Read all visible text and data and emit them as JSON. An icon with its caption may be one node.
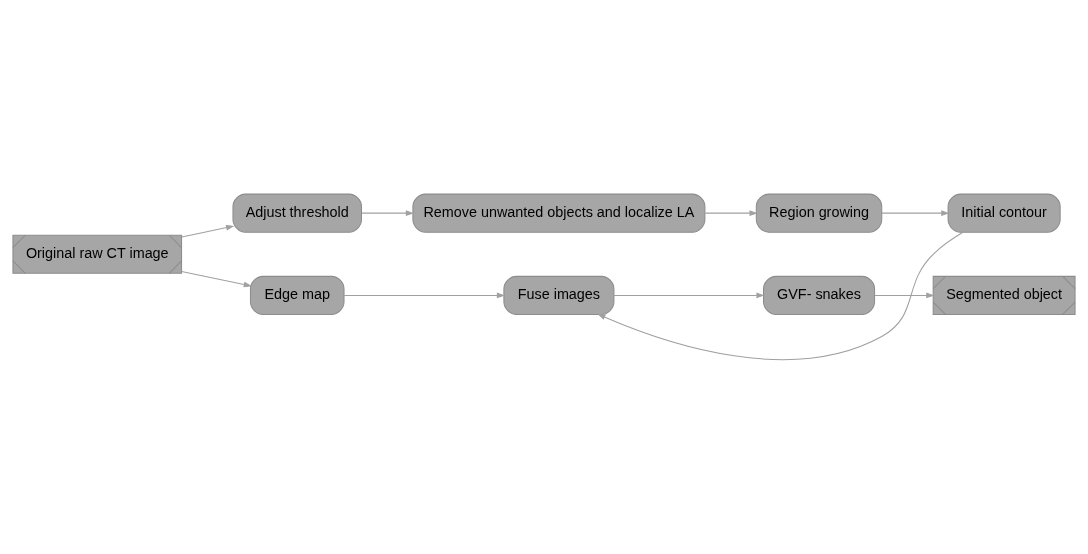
{
  "diagram": {
    "nodes": [
      {
        "text": [
          "Original raw CT image"
        ]
      },
      {
        "text": [
          "Adjust threshold"
        ]
      },
      {
        "text": [
          "Remove unwanted objects and localize LA"
        ]
      },
      {
        "text": [
          "Region growing"
        ]
      },
      {
        "text": [
          "Edge map"
        ]
      },
      {
        "text": [
          "Fuse images"
        ]
      },
      {
        "text": [
          "Initial contour"
        ]
      },
      {
        "text": [
          "GVF- snakes"
        ]
      },
      {
        "text": [
          "Segmented object"
        ]
      }
    ],
    "edges": [
      {
        "from": 0,
        "to": 1,
        "arrow": "to"
      },
      {
        "from": 0,
        "to": 4,
        "arrow": "to"
      },
      {
        "from": 1,
        "to": 2,
        "arrow": "to"
      },
      {
        "from": 2,
        "to": 3,
        "arrow": "to"
      },
      {
        "from": 3,
        "to": 6,
        "arrow": "to"
      },
      {
        "from": 4,
        "to": 5,
        "arrow": "to"
      },
      {
        "from": 6,
        "to": 5,
        "arrow": "to"
      },
      {
        "from": 5,
        "to": 7,
        "arrow": "to"
      },
      {
        "from": 7,
        "to": 8,
        "arrow": "to"
      }
    ]
  }
}
